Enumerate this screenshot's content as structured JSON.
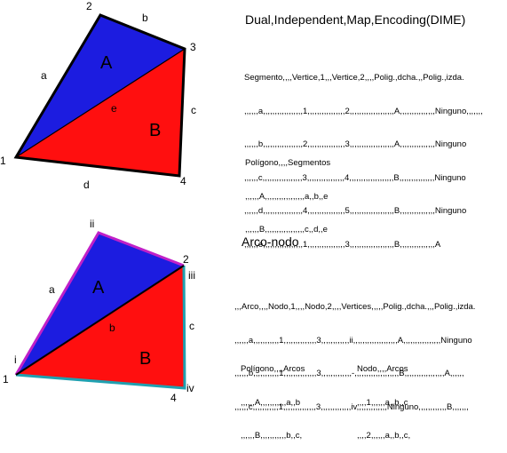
{
  "top": {
    "title": "Dual,Independent,Map,Encoding(DIME)",
    "vertices": [
      "1",
      "2",
      "3",
      "4"
    ],
    "edges": [
      "a",
      "b",
      "c",
      "d",
      "e"
    ],
    "regions": [
      "A",
      "B"
    ],
    "segments_rows": [
      "Segmento,,,,Vertice,1,,,Vertice,2,,,,Polig.,dcha.,,Polig.,izda.",
      ",,,,,,a,,,,,,,,,,,,,,,,,1,,,,,,,,,,,,,,,,2,,,,,,,,,,,,,,,,,,,A,,,,,,,,,,,,,,,Ninguno,,,,,,,",
      ",,,,,,b,,,,,,,,,,,,,,,,,2,,,,,,,,,,,,,,,,3,,,,,,,,,,,,,,,,,,,A,,,,,,,,,,,,,,,Ninguno",
      ",,,,,,c,,,,,,,,,,,,,,,,,3,,,,,,,,,,,,,,,,4,,,,,,,,,,,,,,,,,,,B,,,,,,,,,,,,,,,Ninguno",
      ",,,,,,d,,,,,,,,,,,,,,,,,4,,,,,,,,,,,,,,,,5,,,,,,,,,,,,,,,,,,,B,,,,,,,,,,,,,,,Ninguno",
      ",,,,,,e,,,,,,,,,,,,,,,,,1,,,,,,,,,,,,,,,,3,,,,,,,,,,,,,,,,,,,B,,,,,,,,,,,,,,,A"
    ],
    "polygon_rows": [
      "Polígono,,,,Segmentos",
      ",,,,,,A,,,,,,,,,,,,,,,,,a,,b,,e",
      ",,,,,,B,,,,,,,,,,,,,,,,,c,,d,,e"
    ]
  },
  "bottom": {
    "title": "Arco-nodo",
    "nodes": [
      "1",
      "2"
    ],
    "vertices": [
      "i",
      "ii",
      "iii",
      "iv"
    ],
    "edges": [
      "a",
      "b",
      "c"
    ],
    "regions": [
      "A",
      "B"
    ],
    "vertex_4_label": "4",
    "arc_rows": [
      ",,,Arco,,,,Nodo,1,,,,Nodo,2,,,,Vertices,,,,,Polig.,dcha.,,,Polig.,izda.",
      ",,,,,,a,,,,,,,,,,,1,,,,,,,,,,,,,,3,,,,,,,,,,,,ii,,,,,,,,,,,,,,,,,,,A,,,,,,,,,,,,,,,,Ninguno",
      ",,,,,,b,,,,,,,,,,,1,,,,,,,,,,,,,,3,,,,,,,,,,,,,-,,,,,,,,,,,,,,,,,,,B,,,,,,,,,,,,,,,,,A,,,,,,",
      ",,,,,,c,,,,,,,,,,,1,,,,,,,,,,,,,,3,,,,,,,,,,,,,iv,,,,,,,,,,,,,Ninguno,,,,,,,,,,,,B,,,,,,,"
    ],
    "polygon_rows": [
      "Polígono,,,,Arcos",
      ",,,,,,A,,,,,,,,,,,a,,b",
      ",,,,,,B,,,,,,,,,,,b,,c,"
    ],
    "node_rows": [
      "Nodo,,,,Arcos",
      ",,,,1,,,,,,a,,b,,c",
      ",,,,2,,,,,,a,,b,,c,"
    ]
  },
  "colors": {
    "region_a": "#1c1ce0",
    "region_b": "#ff0f0f",
    "outline": "#000000",
    "arc_a": "#c020c8",
    "arc_c": "#20a0b0"
  }
}
